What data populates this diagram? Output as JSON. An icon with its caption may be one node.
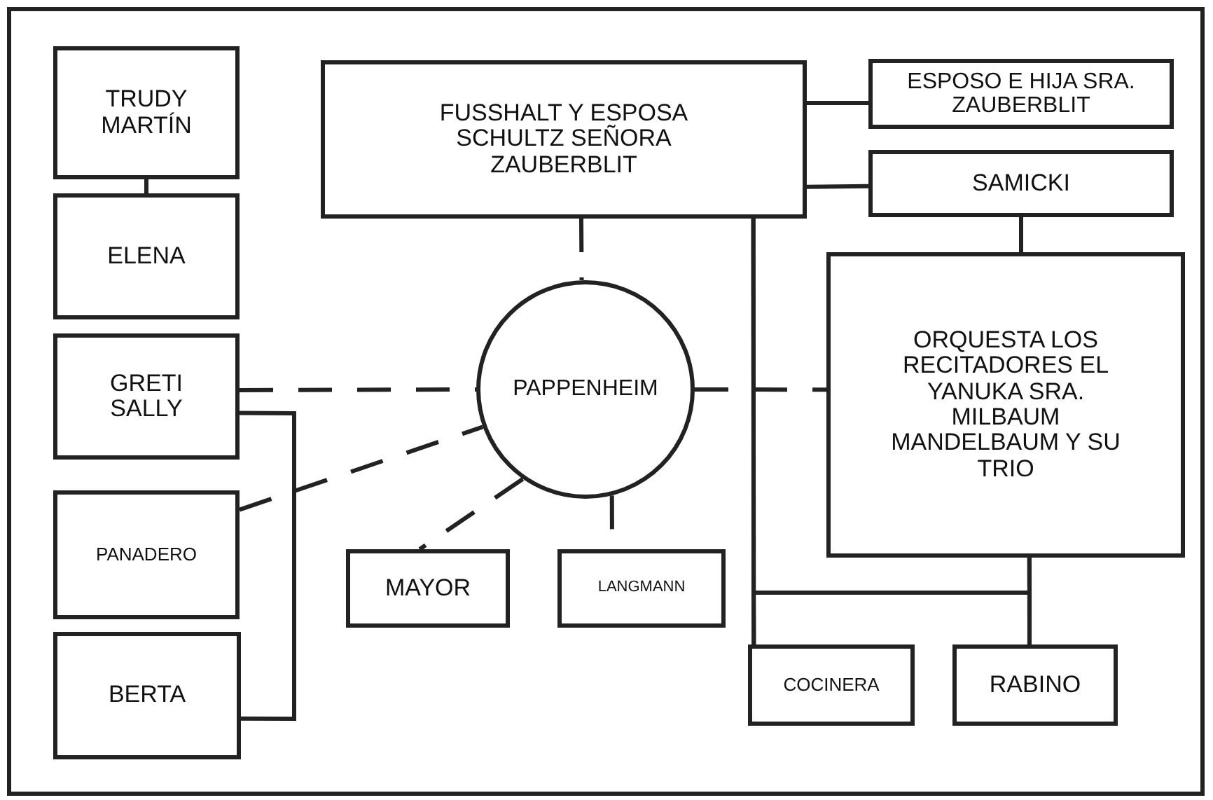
{
  "diagram": {
    "nodes": [
      {
        "text": [
          "TRUDY MARTÍN"
        ]
      },
      {
        "text": [
          "ELENA"
        ]
      },
      {
        "text": [
          "GRETI SALLY"
        ]
      },
      {
        "text": [
          "PANADERO"
        ]
      },
      {
        "text": [
          "BERTA"
        ]
      },
      {
        "text": [
          "FUSSHALT Y ESPOSA SCHULTZ SEÑORA ZAUBERBLIT"
        ]
      },
      {
        "text": [
          "ESPOSO E HIJA SRA. ZAUBERBLIT"
        ]
      },
      {
        "text": [
          "SAMICKI"
        ]
      },
      {
        "text": [
          "ORQUESTA LOS RECITADORES EL YANUKA SRA. MILBAUM MANDELBAUM Y SU TRIO"
        ]
      },
      {
        "text": [
          "PAPPENHEIM"
        ]
      },
      {
        "text": [
          "MAYOR"
        ]
      },
      {
        "text": [
          "LANGMANN"
        ]
      },
      {
        "text": [
          "COCINERA"
        ]
      },
      {
        "text": [
          "RABINO"
        ]
      }
    ],
    "edges": [
      {
        "from": 0,
        "to": 1,
        "arrow": "none"
      },
      {
        "from": 5,
        "to": 9,
        "arrow": "none",
        "style": "dashed"
      },
      {
        "from": 2,
        "to": 9,
        "arrow": "none",
        "style": "dashed"
      },
      {
        "from": 9,
        "to": 8,
        "arrow": "none",
        "style": "dashed"
      },
      {
        "from": 3,
        "to": 9,
        "arrow": "none",
        "style": "dashed"
      },
      {
        "from": 9,
        "to": 10,
        "arrow": "none",
        "style": "dashed"
      },
      {
        "from": 9,
        "to": 11,
        "arrow": "none",
        "style": "dashed"
      },
      {
        "from": 5,
        "to": 6,
        "arrow": "none"
      },
      {
        "from": 5,
        "to": 7,
        "arrow": "none"
      },
      {
        "from": 7,
        "to": 8,
        "arrow": "none"
      },
      {
        "from": 5,
        "to": 12,
        "arrow": "none"
      },
      {
        "from": 8,
        "to": 13,
        "arrow": "none"
      },
      {
        "from": 5,
        "to": 13,
        "arrow": "none"
      },
      {
        "from": 8,
        "to": 12,
        "arrow": "none"
      },
      {
        "from": 2,
        "to": 4,
        "arrow": "none"
      }
    ]
  }
}
